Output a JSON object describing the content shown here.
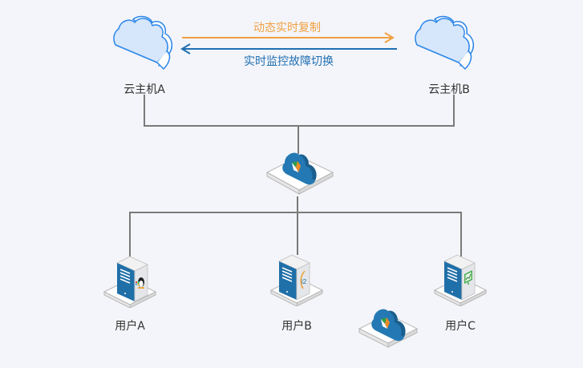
{
  "diagram": {
    "title": "云主机双机热备拓扑",
    "colors": {
      "background": "#f4f5fa",
      "connector": "#7a7a7a",
      "replication_arrow": "#f0a040",
      "monitor_arrow": "#1f6fb2",
      "cloud_host_fill": "#d6e6fb",
      "cloud_host_stroke": "#2b86e8",
      "switch_cloud": "#2479b4",
      "server_front": "#1f6fa8",
      "server_side": "#e4e6ea",
      "label_text": "#333333"
    },
    "cloud_hosts": [
      {
        "id": "host-a",
        "label": "云主机A",
        "icon": "cloud-outline-icon"
      },
      {
        "id": "host-b",
        "label": "云主机B",
        "icon": "cloud-outline-icon"
      }
    ],
    "arrows": [
      {
        "id": "replication",
        "label": "动态实时复制",
        "direction": "A→B"
      },
      {
        "id": "monitoring",
        "label": "实时监控故障切换",
        "direction": "B→A"
      }
    ],
    "hub": {
      "label": "",
      "icon": "cloud-router-icon"
    },
    "users": [
      {
        "id": "user-a",
        "label": "用户A",
        "os": "linux-penguin-icon"
      },
      {
        "id": "user-b",
        "label": "用户B",
        "os": "hpux-icon"
      },
      {
        "id": "user-c",
        "label": "用户C",
        "os": "monitor-chart-icon"
      }
    ],
    "extra_node": {
      "icon": "cloud-router-icon"
    }
  }
}
